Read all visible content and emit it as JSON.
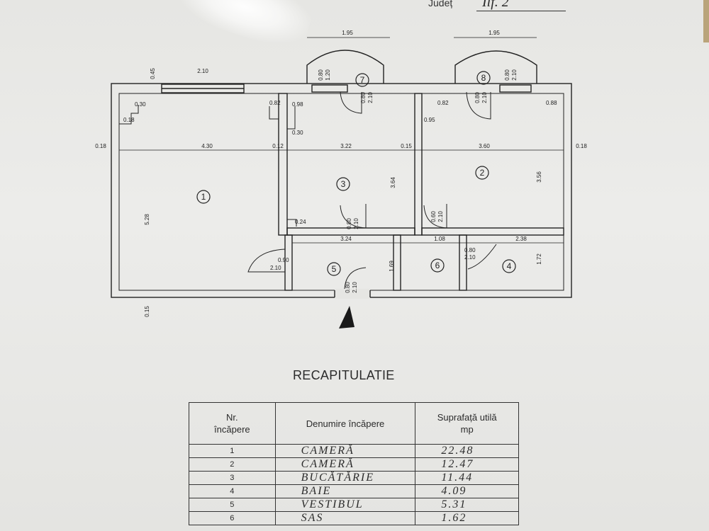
{
  "header": {
    "judet_label": "Județ",
    "judet_value": "Ilf. 2"
  },
  "plan": {
    "rooms": [
      "1",
      "2",
      "3",
      "4",
      "5",
      "6",
      "7",
      "8"
    ],
    "dims": {
      "top_w1": "1.95",
      "top_w2": "1.95",
      "room1_w": "4.30",
      "room1_h": "5.28",
      "room3_w": "3.22",
      "room3_h": "3.64",
      "room2_w": "3.60",
      "room2_h": "3.56",
      "room3_bottom": "3.24",
      "room4_w": "2.38",
      "room4_h": "1.72",
      "room5_h": "1.69",
      "room6_w": "1.08",
      "wall_l": "0.18",
      "wall_r": "0.18",
      "wall_mid1": "0.12",
      "wall_mid2": "0.15",
      "win1": "2.10",
      "win1b": "1.20",
      "wall_top": "0.45",
      "wall_bottom": "0.15",
      "door_5a": "0.90",
      "door_5b": "2.10",
      "door_in_a": "0.80",
      "door_in_b": "2.10",
      "small_a": "0.98",
      "small_b": "0.30",
      "small_c": "0.95",
      "small_d": "0.82",
      "small_e": "0.24",
      "small_f": "0.18",
      "small_g": "0.30",
      "small_h": "0.60",
      "small_i": "0.88",
      "small_j": "0.82"
    }
  },
  "recap": {
    "title": "RECAPITULATIE",
    "headers": {
      "nr_line1": "Nr.",
      "nr_line2": "încăpere",
      "name": "Denumire încăpere",
      "area_line1": "Suprafață utilă",
      "area_line2": "mp"
    },
    "rows": [
      {
        "nr": "1",
        "name": "CAMERĂ",
        "area": "22.48"
      },
      {
        "nr": "2",
        "name": "CAMERĂ",
        "area": "12.47"
      },
      {
        "nr": "3",
        "name": "BUCĂTĂRIE",
        "area": "11.44"
      },
      {
        "nr": "4",
        "name": "BAIE",
        "area": "4.09"
      },
      {
        "nr": "5",
        "name": "VESTIBUL",
        "area": "5.31"
      },
      {
        "nr": "6",
        "name": "SAS",
        "area": "1.62"
      }
    ]
  }
}
